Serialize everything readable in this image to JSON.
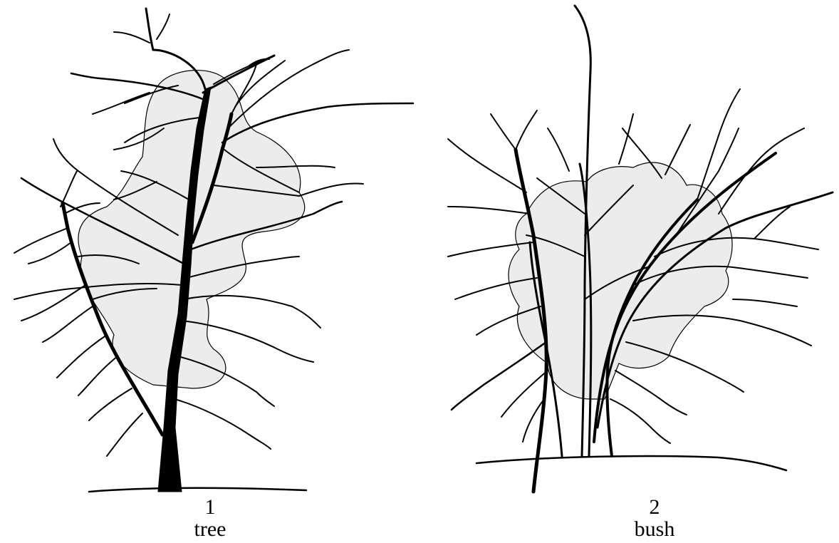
{
  "figures": [
    {
      "number": "1",
      "label": "tree"
    },
    {
      "number": "2",
      "label": "bush"
    }
  ],
  "colors": {
    "ink": "#000000",
    "crown_fill": "#ececec",
    "background": "#ffffff"
  }
}
